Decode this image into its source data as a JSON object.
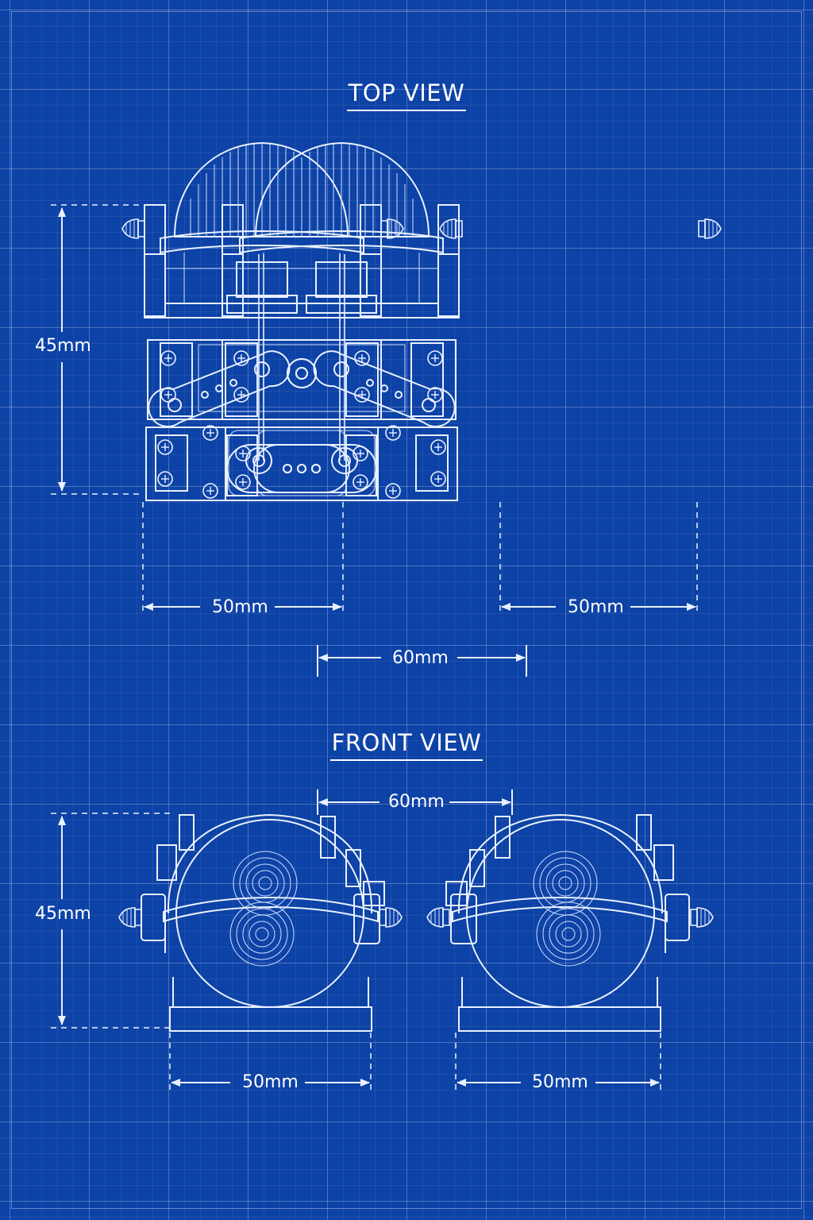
{
  "top_view": {
    "title": "TOP VIEW",
    "height_dimension": "45mm",
    "left_width_dimension": "50mm",
    "right_width_dimension": "50mm",
    "spacing_dimension": "60mm"
  },
  "front_view": {
    "title": "FRONT VIEW",
    "height_dimension": "45mm",
    "spacing_dimension": "60mm",
    "left_width_dimension": "50mm",
    "right_width_dimension": "50mm"
  },
  "colors": {
    "background": "#0d42a6",
    "line": "#e9f1ff"
  }
}
